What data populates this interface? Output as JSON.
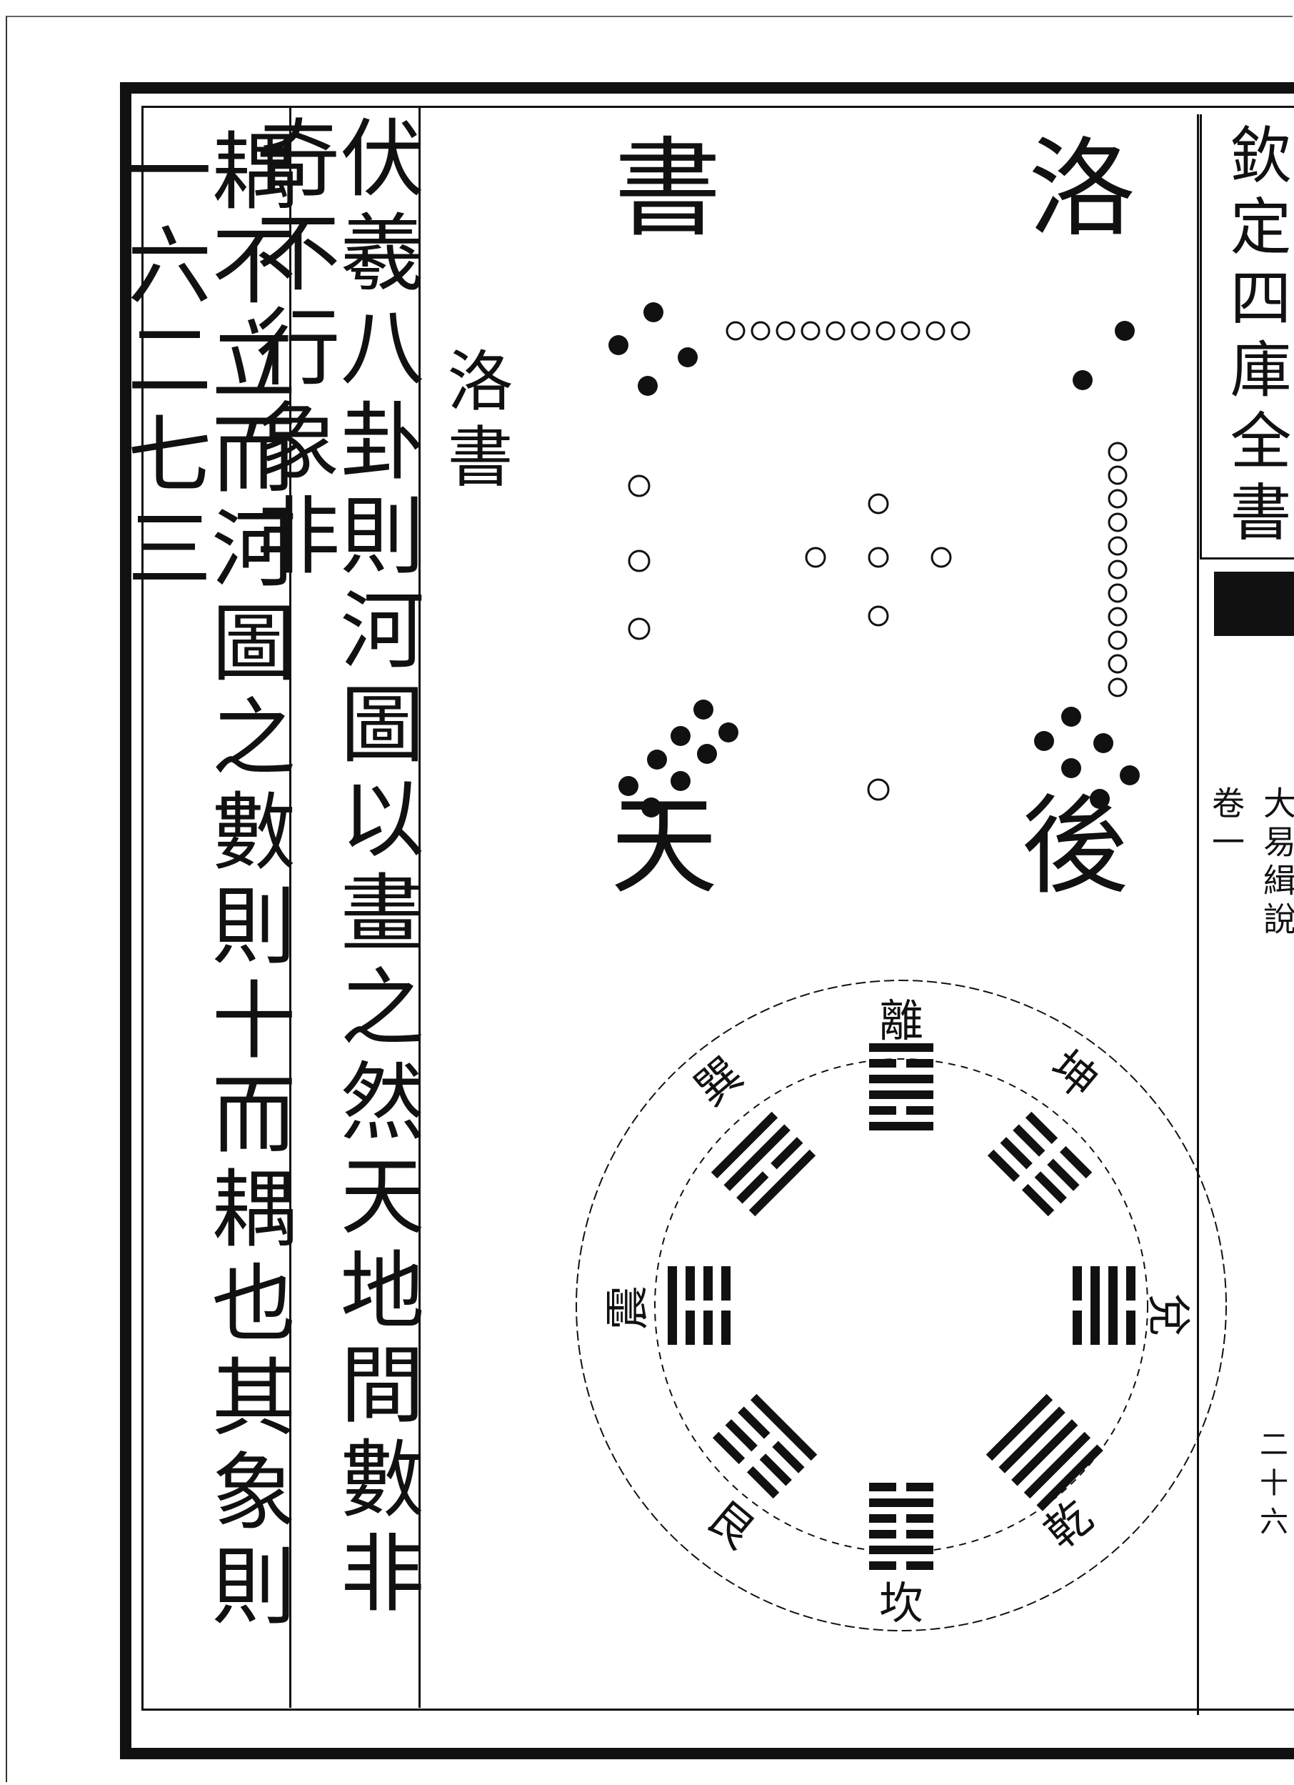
{
  "page_header": {
    "collection_title": "欽定四庫全書",
    "book_title": "大易緝說",
    "volume": "卷一",
    "page_number": "二十六"
  },
  "columns": {
    "left": "耦不立而河圖之數則十而耦也其象則一六二七三",
    "middle": "伏羲八卦則河圖以畫之然天地間數非奇不行象非"
  },
  "diagram_label": "洛書",
  "diagram_title_chars": {
    "top_right": "洛",
    "top_left": "書",
    "bottom_right": "後",
    "bottom_left": "天"
  },
  "trigram_names": {
    "top": "離",
    "top_right": "坤",
    "right": "兌",
    "bottom_right": "乾",
    "bottom": "坎",
    "bottom_left": "艮",
    "left": "震",
    "top_left": "巽"
  },
  "colors": {
    "ink": "#111111",
    "paper": "#ffffff"
  }
}
